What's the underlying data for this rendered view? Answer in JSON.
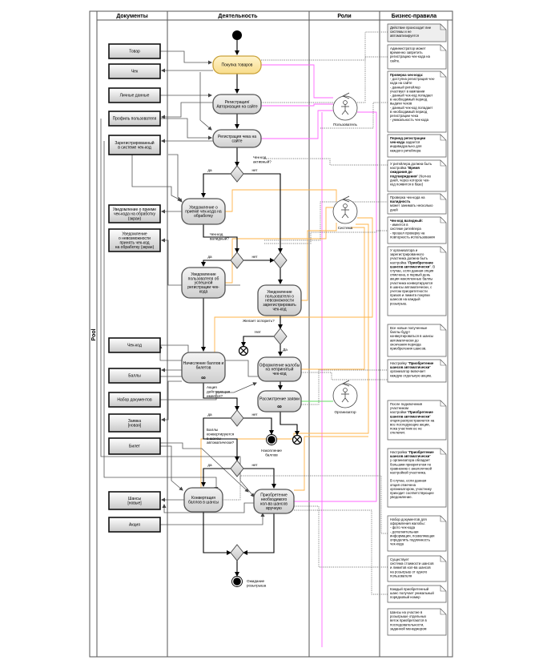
{
  "pool": {
    "label": "Pool",
    "lanes": [
      "Документы",
      "Деятельность",
      "Роли",
      "Бизнес-правила"
    ]
  },
  "documents": [
    {
      "id": "d_tovar",
      "lines": [
        "Товар"
      ]
    },
    {
      "id": "d_chek",
      "lines": [
        "Чек"
      ]
    },
    {
      "id": "d_lichnye",
      "lines": [
        "Личные данные"
      ]
    },
    {
      "id": "d_profil",
      "lines": [
        "Профиль пользователя"
      ]
    },
    {
      "id": "d_zareg",
      "lines": [
        "Зарегистрированный",
        "в системе чек-код"
      ]
    },
    {
      "id": "d_uved_priem",
      "lines": [
        "Уведомление о приеме",
        "чек-кода на обработку",
        "(экран)"
      ]
    },
    {
      "id": "d_uved_nevozm",
      "lines": [
        "Уведомление",
        "о невозможности",
        "принять чек-код",
        "на обработку (экран)"
      ]
    },
    {
      "id": "d_chekkod",
      "lines": [
        "Чек-код"
      ]
    },
    {
      "id": "d_bally",
      "lines": [
        "Баллы"
      ]
    },
    {
      "id": "d_nabor",
      "lines": [
        "Набор документов"
      ]
    },
    {
      "id": "d_zayavka",
      "lines": [
        "Заявка",
        "[новая]"
      ]
    },
    {
      "id": "d_bilet",
      "lines": [
        "Билет"
      ]
    },
    {
      "id": "d_shansy",
      "lines": [
        "Шансы",
        "[новые]"
      ]
    },
    {
      "id": "d_akciya",
      "lines": [
        "Акция"
      ]
    }
  ],
  "activities": [
    {
      "id": "a_pokupka",
      "lines": [
        "Покупка товаров"
      ],
      "highlight": true
    },
    {
      "id": "a_registr",
      "lines": [
        "Регистрация/",
        "Авторизация на сайте"
      ]
    },
    {
      "id": "a_reg_cheka",
      "lines": [
        "Регистрация чека на",
        "сайте"
      ]
    },
    {
      "id": "a_uved_priem",
      "lines": [
        "Уведомление о",
        "приеме чек-кода на",
        "обработку"
      ]
    },
    {
      "id": "a_uved_uspeh",
      "lines": [
        "Уведомление",
        "пользователя об",
        "успешной",
        "регистрации чек-",
        "кода"
      ]
    },
    {
      "id": "a_uved_nevozm",
      "lines": [
        "Уведомление",
        "пользователя о",
        "невозможности",
        "зарегистрировать",
        "чек-код"
      ]
    },
    {
      "id": "a_nachisl",
      "lines": [
        "Начисление баллов и",
        "билетов"
      ],
      "loop": "∞"
    },
    {
      "id": "a_zhaloba",
      "lines": [
        "Оформление жалобы",
        "на непринятый",
        "чек-код"
      ]
    },
    {
      "id": "a_rassmotr",
      "lines": [
        "Рассмотрение заявки"
      ],
      "loop": "∞"
    },
    {
      "id": "a_konvert",
      "lines": [
        "Конвертация",
        "баллов в шансы"
      ]
    },
    {
      "id": "a_priobr",
      "lines": [
        "Приобретение",
        "необходимого",
        "кол-ва шансов",
        "вручную"
      ]
    }
  ],
  "decisions": [
    {
      "id": "g1",
      "question": [
        "Чек-код",
        "активный?"
      ],
      "yes": "да",
      "no": "нет"
    },
    {
      "id": "g2",
      "question": [
        "Чек-код",
        "валидный?"
      ],
      "yes": "да",
      "no": "нет"
    },
    {
      "id": "g3",
      "question": [
        "Желает оспорить?"
      ],
      "yes": "Да",
      "no": "Нет"
    },
    {
      "id": "g4",
      "question": [
        "Акция",
        "действующая",
        "имеется?"
      ],
      "yes": "да",
      "no": "нет"
    },
    {
      "id": "g5",
      "question": [
        "Баллы",
        "конвертируются",
        "в шансы",
        "автоматически?"
      ],
      "yes": "да",
      "no": "нет"
    }
  ],
  "end_labels": {
    "accumulation": [
      "Накопление",
      "баллов"
    ],
    "waiting": [
      "Ожидание",
      "розыгрыша"
    ]
  },
  "roles": [
    {
      "id": "r_user",
      "label": "Пользователь"
    },
    {
      "id": "r_system",
      "label": "Система"
    },
    {
      "id": "r_org",
      "label": "Организатор"
    }
  ],
  "notes": [
    {
      "id": "n1",
      "lines": [
        [
          {
            "t": "Действие происходит вне"
          }
        ],
        [
          {
            "t": "системы и не"
          }
        ],
        [
          {
            "t": "автоматизируется"
          }
        ]
      ],
      "shaded": true
    },
    {
      "id": "n2",
      "lines": [
        [
          {
            "t": "Администратор может"
          }
        ],
        [
          {
            "t": "временно запретить"
          }
        ],
        [
          {
            "t": "регистрацию чек-кода на"
          }
        ],
        [
          {
            "t": "сайте."
          }
        ]
      ]
    },
    {
      "id": "n3",
      "lines": [
        [
          {
            "t": "Проверка чек-кода:",
            "b": true
          }
        ],
        [
          {
            "t": "- доступна регистрация чек-"
          }
        ],
        [
          {
            "t": "кода на сайте"
          }
        ],
        [
          {
            "t": "- данный ритейлер"
          }
        ],
        [
          {
            "t": "участвует в кампании"
          }
        ],
        [
          {
            "t": "- данный чек-код попадает"
          }
        ],
        [
          {
            "t": "в необходимый период"
          }
        ],
        [
          {
            "t": "выдачи чеков"
          }
        ],
        [
          {
            "t": "- данный чек-код попадает"
          }
        ],
        [
          {
            "t": "в необходимый период"
          }
        ],
        [
          {
            "t": "регистрации чека"
          }
        ],
        [
          {
            "t": "- уникальность чек-кода"
          }
        ]
      ]
    },
    {
      "id": "n4",
      "lines": [
        [
          {
            "t": "Период регистрации",
            "b": true
          }
        ],
        [
          {
            "t": "чек-кода",
            "b": true
          },
          {
            "t": " задается"
          }
        ],
        [
          {
            "t": "индивидуально для"
          }
        ],
        [
          {
            "t": "каждого ритейлера"
          }
        ]
      ]
    },
    {
      "id": "n5",
      "lines": [
        [
          {
            "t": "У ритейлера должна быть"
          }
        ],
        [
          {
            "t": "настройка \""
          },
          {
            "t": "Время",
            "b": true
          }
        ],
        [
          {
            "t": "ожидания до",
            "b": true
          }
        ],
        [
          {
            "t": "подтверждения",
            "b": true
          },
          {
            "t": "\" (Кол-во"
          }
        ],
        [
          {
            "t": "дней, через которое чек-"
          }
        ],
        [
          {
            "t": "код появится в базе)"
          }
        ]
      ]
    },
    {
      "id": "n6",
      "lines": [
        [
          {
            "t": "Проверка чек-кода на"
          }
        ],
        [
          {
            "t": "валидность",
            "b": true
          }
        ],
        [
          {
            "t": "может занимать несколько"
          }
        ],
        [
          {
            "t": "дней"
          }
        ]
      ]
    },
    {
      "id": "n7",
      "lines": [
        [
          {
            "t": "Чек-код валидный:",
            "b": true
          }
        ],
        [
          {
            "t": "- имеется в"
          }
        ],
        [
          {
            "t": "системе ритейлера"
          }
        ],
        [
          {
            "t": "- прошел проверку на"
          }
        ],
        [
          {
            "t": "повторность использования"
          }
        ]
      ]
    },
    {
      "id": "n8",
      "lines": [
        [
          {
            "t": "У организатора и"
          }
        ],
        [
          {
            "t": "зарегистрированного"
          }
        ],
        [
          {
            "t": "участника должна быть"
          }
        ],
        [
          {
            "t": "настройка \""
          },
          {
            "t": "Приобретение",
            "b": true
          }
        ],
        [
          {
            "t": "шансов автоматически",
            "b": true
          },
          {
            "t": "\". В"
          }
        ],
        [
          {
            "t": "случае, если данная опция"
          }
        ],
        [
          {
            "t": "отмечена, в первый день"
          }
        ],
        [
          {
            "t": "акции накопленные баллы"
          }
        ],
        [
          {
            "t": "участника конвертируются"
          }
        ],
        [
          {
            "t": "в шансы автоматически, с"
          }
        ],
        [
          {
            "t": "учетом приоритетности"
          }
        ],
        [
          {
            "t": "призов и лимита покупки"
          }
        ],
        [
          {
            "t": "шансов на каждый"
          }
        ],
        [
          {
            "t": "розыгрыш."
          }
        ]
      ]
    },
    {
      "id": "n9",
      "lines": [
        [
          {
            "t": "Все новые полученные"
          }
        ],
        [
          {
            "t": "баллы будут"
          }
        ],
        [
          {
            "t": "конвертироваться в шансы"
          }
        ],
        [
          {
            "t": "автоматически до"
          }
        ],
        [
          {
            "t": "окончания периода"
          }
        ],
        [
          {
            "t": "приобретения шансов."
          }
        ]
      ]
    },
    {
      "id": "n10",
      "lines": [
        [
          {
            "t": "Настройку \""
          },
          {
            "t": "Приобретение",
            "b": true
          }
        ],
        [
          {
            "t": "шансов автоматически",
            "b": true
          },
          {
            "t": "\""
          }
        ],
        [
          {
            "t": "организатор включает"
          }
        ],
        [
          {
            "t": "каждую отдельную акцию."
          }
        ]
      ]
    },
    {
      "id": "n11",
      "lines": [
        [
          {
            "t": "После подключения"
          }
        ],
        [
          {
            "t": "участником"
          }
        ],
        [
          {
            "t": "настройки \""
          },
          {
            "t": "Приобретение",
            "b": true
          }
        ],
        [
          {
            "t": "шансов автоматически",
            "b": true
          },
          {
            "t": "\""
          }
        ],
        [
          {
            "t": "опция распространяется на"
          }
        ],
        [
          {
            "t": "все последующие акции,"
          }
        ],
        [
          {
            "t": "пока участник ее не"
          }
        ],
        [
          {
            "t": "отключит."
          }
        ]
      ]
    },
    {
      "id": "n12",
      "lines": [
        [
          {
            "t": "Настройка \""
          },
          {
            "t": "Приобретение",
            "b": true
          }
        ],
        [
          {
            "t": "шансов автоматически",
            "b": true
          },
          {
            "t": "\""
          }
        ],
        [
          {
            "t": "у организатора обладает"
          }
        ],
        [
          {
            "t": "большим приоритетом по"
          }
        ],
        [
          {
            "t": "сравнению с аналогичной"
          }
        ],
        [
          {
            "t": "настройкой участника."
          }
        ],
        [
          {
            "t": " "
          }
        ],
        [
          {
            "t": "В случае, если данная"
          }
        ],
        [
          {
            "t": "опция отмечена"
          }
        ],
        [
          {
            "t": "организатором, участнику"
          }
        ],
        [
          {
            "t": "приходит соответствующее"
          }
        ],
        [
          {
            "t": "уведомление."
          }
        ]
      ]
    },
    {
      "id": "n13",
      "lines": [
        [
          {
            "t": "Набор документов для"
          }
        ],
        [
          {
            "t": "оформления жалобы:"
          }
        ],
        [
          {
            "t": "- фото чек-кода"
          }
        ],
        [
          {
            "t": "- дополнительная"
          }
        ],
        [
          {
            "t": "информация, позволяющая"
          }
        ],
        [
          {
            "t": "определить подлинность"
          }
        ],
        [
          {
            "t": "чек-кода"
          }
        ]
      ]
    },
    {
      "id": "n14",
      "lines": [
        [
          {
            "t": "Существует"
          }
        ],
        [
          {
            "t": "система стоимости шансов"
          }
        ],
        [
          {
            "t": "и лимитов кол-ва шансов"
          }
        ],
        [
          {
            "t": "на розыгрыш от одного"
          }
        ],
        [
          {
            "t": "пользователя"
          }
        ]
      ]
    },
    {
      "id": "n15",
      "lines": [
        [
          {
            "t": "Каждый приобретенный"
          }
        ],
        [
          {
            "t": "шанс получает уникальный"
          }
        ],
        [
          {
            "t": "порядковый номер"
          }
        ]
      ]
    },
    {
      "id": "n16",
      "lines": [
        [
          {
            "t": "Шансы на участие в"
          }
        ],
        [
          {
            "t": "розыгрыше отдельных"
          }
        ],
        [
          {
            "t": "веток приобретаются в"
          }
        ],
        [
          {
            "t": "последовательности,"
          }
        ],
        [
          {
            "t": "заданной менеджером"
          }
        ]
      ]
    }
  ],
  "colors": {
    "user_link": "#ff66ff",
    "system_link": "#ffb347",
    "organizer_link": "#66dd66",
    "activity_highlight": "#fde9a4",
    "activity_fill": "#e6e6e6",
    "flow": "#000000"
  }
}
